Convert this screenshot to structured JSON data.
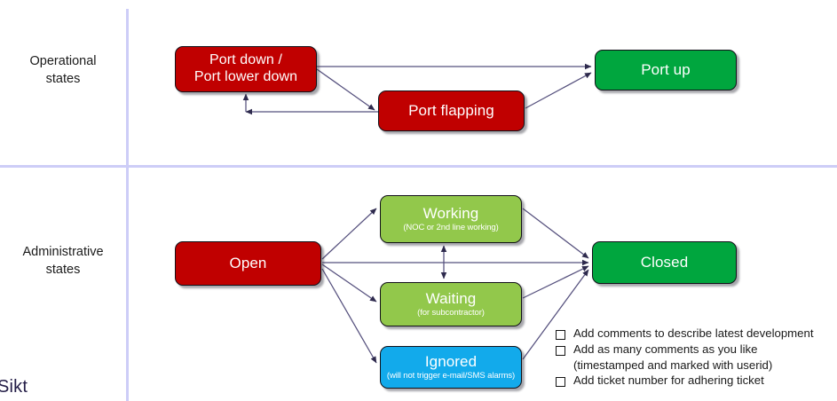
{
  "diagram": {
    "rows": [
      {
        "id": "operational",
        "label": "Operational\nstates"
      },
      {
        "id": "administrative",
        "label": "Administrative\nstates"
      }
    ],
    "operational_states": {
      "port_down": {
        "title": "Port down /\nPort lower down",
        "subtitle": "",
        "color": "#c00000"
      },
      "port_flapping": {
        "title": "Port flapping",
        "subtitle": "",
        "color": "#c00000"
      },
      "port_up": {
        "title": "Port up",
        "subtitle": "",
        "color": "#00a63e"
      }
    },
    "administrative_states": {
      "open": {
        "title": "Open",
        "subtitle": "",
        "color": "#c00000"
      },
      "working": {
        "title": "Working",
        "subtitle": "(NOC or 2nd line working)",
        "color": "#92c84b"
      },
      "waiting": {
        "title": "Waiting",
        "subtitle": "(for subcontractor)",
        "color": "#92c84b"
      },
      "ignored": {
        "title": "Ignored",
        "subtitle": "(will not trigger e-mail/SMS alarms)",
        "color": "#12aaeb"
      },
      "closed": {
        "title": "Closed",
        "subtitle": "",
        "color": "#00a63e"
      }
    },
    "transitions": [
      {
        "from": "port_down",
        "to": "port_up"
      },
      {
        "from": "port_down",
        "to": "port_flapping"
      },
      {
        "from": "port_flapping",
        "to": "port_down"
      },
      {
        "from": "port_flapping",
        "to": "port_up"
      },
      {
        "from": "open",
        "to": "working"
      },
      {
        "from": "open",
        "to": "waiting"
      },
      {
        "from": "open",
        "to": "ignored"
      },
      {
        "from": "open",
        "to": "closed"
      },
      {
        "from": "working",
        "to": "closed"
      },
      {
        "from": "waiting",
        "to": "closed"
      },
      {
        "from": "ignored",
        "to": "closed"
      },
      {
        "from": "working",
        "to": "waiting"
      },
      {
        "from": "waiting",
        "to": "working"
      }
    ],
    "notes": [
      {
        "checkbox": true,
        "text": "Add comments to describe latest development"
      },
      {
        "checkbox": true,
        "text": "Add as many comments as you like"
      },
      {
        "checkbox": false,
        "text": "(timestamped and marked with userid)"
      },
      {
        "checkbox": true,
        "text": "Add ticket number for adhering ticket"
      }
    ],
    "wordmark": "Sikt",
    "colors": {
      "dark_red": "#c00000",
      "green": "#00a63e",
      "light_green": "#92c84b",
      "blue": "#12aaeb",
      "divider": "#cdcdf7",
      "arrow": "#3f3a66",
      "wordmark": "#221c46"
    }
  }
}
